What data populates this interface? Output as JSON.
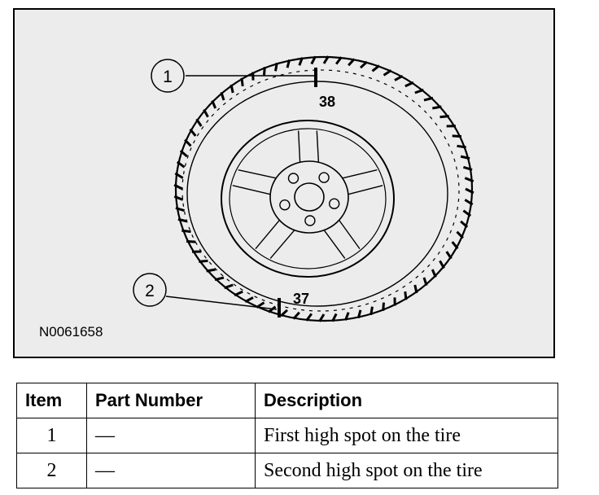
{
  "figure": {
    "id_label": "N0061658",
    "callouts": [
      "1",
      "2"
    ],
    "tire_marks": [
      "38",
      "37"
    ]
  },
  "table": {
    "headers": [
      "Item",
      "Part Number",
      "Description"
    ],
    "rows": [
      {
        "item": "1",
        "part_number": "—",
        "description": "First high spot on the tire"
      },
      {
        "item": "2",
        "part_number": "—",
        "description": "Second high spot on the tire"
      }
    ]
  }
}
